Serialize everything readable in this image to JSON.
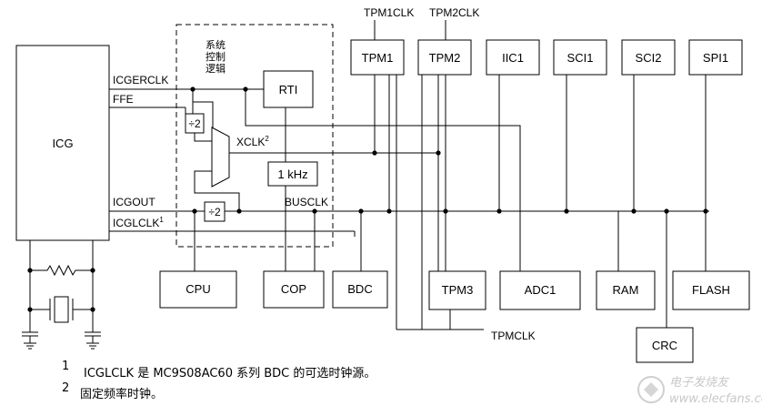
{
  "clock_labels": {
    "tpm1clk": "TPM1CLK",
    "tpm2clk": "TPM2CLK",
    "icgerclk": "ICGERCLK",
    "ffe": "FFE",
    "xclk": "XCLK",
    "xclk_note_ref": "2",
    "icgout": "ICGOUT",
    "busclk": "BUSCLK",
    "icglclk": "ICGLCLK",
    "icglclk_note_ref": "1",
    "tpmclk": "TPMCLK"
  },
  "system_control_logic": [
    "系统",
    "控制",
    "逻辑"
  ],
  "blocks": {
    "icg": "ICG",
    "rti": "RTI",
    "div2_top": "÷2",
    "div2_bottom": "÷2",
    "khz": "1 kHz",
    "tpm1": "TPM1",
    "tpm2": "TPM2",
    "iic1": "IIC1",
    "sci1": "SCI1",
    "sci2": "SCI2",
    "spi1": "SPI1",
    "cpu": "CPU",
    "cop": "COP",
    "bdc": "BDC",
    "tpm3": "TPM3",
    "adc1": "ADC1",
    "ram": "RAM",
    "flash": "FLASH",
    "crc": "CRC"
  },
  "footnotes": [
    {
      "num": "1",
      "text": "ICGLCLK 是 MC9S08AC60 系列 BDC 的可选时钟源。"
    },
    {
      "num": "2",
      "text": "固定频率时钟。"
    }
  ],
  "watermark": {
    "logo_text": "电子发烧友",
    "url": "www.elecfans.com"
  }
}
